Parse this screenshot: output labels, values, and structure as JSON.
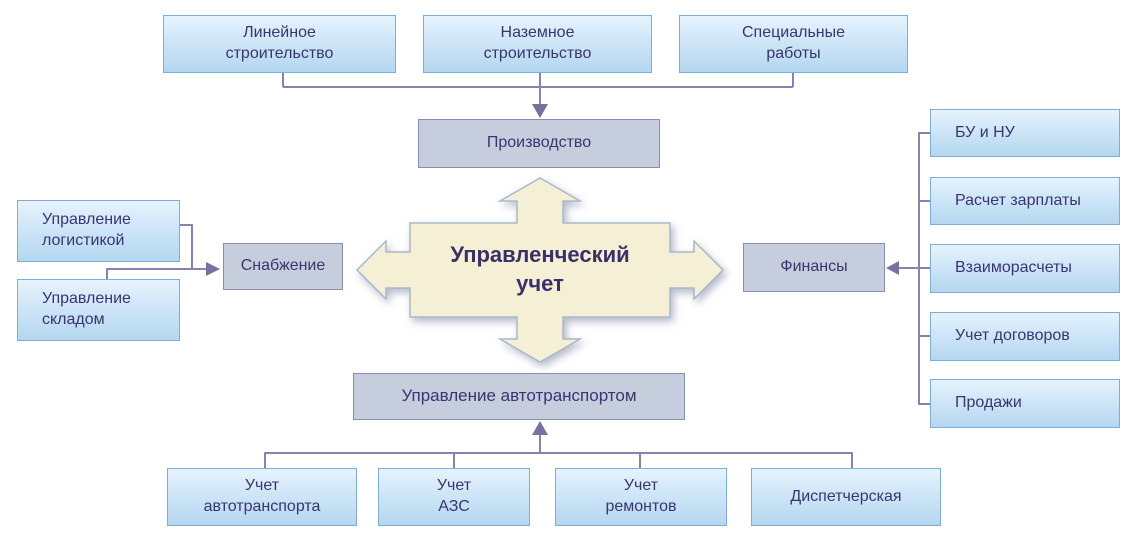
{
  "title": {
    "lines": [
      "Управленческий",
      "учет"
    ]
  },
  "colors": {
    "node_fill_top": "#e6f3fd",
    "node_fill_bottom": "#b4d7ef",
    "node_border": "#7fadd4",
    "hub_fill": "#c6cedd",
    "hub_border": "#8690ae",
    "cross_fill": "#f4efd5",
    "cross_border": "#a9b9cb",
    "connector": "#8783ac",
    "text": "#3a3470"
  },
  "top_group": {
    "hub": "Производство",
    "items": [
      {
        "lines": [
          "Линейное",
          "строительство"
        ]
      },
      {
        "lines": [
          "Наземное",
          "строительство"
        ]
      },
      {
        "lines": [
          "Специальные",
          "работы"
        ]
      }
    ]
  },
  "left_group": {
    "hub": "Снабжение",
    "items": [
      {
        "lines": [
          "Управление",
          "логистикой"
        ]
      },
      {
        "lines": [
          "Управление",
          "складом"
        ]
      }
    ]
  },
  "right_group": {
    "hub": "Финансы",
    "items": [
      {
        "label": "БУ и НУ"
      },
      {
        "label": "Расчет зарплаты"
      },
      {
        "label": "Взаиморасчеты"
      },
      {
        "label": "Учет договоров"
      },
      {
        "label": "Продажи"
      }
    ]
  },
  "bottom_group": {
    "hub": "Управление автотранспортом",
    "items": [
      {
        "lines": [
          "Учет",
          "автотранспорта"
        ]
      },
      {
        "lines": [
          "Учет",
          "АЗС"
        ]
      },
      {
        "lines": [
          "Учет",
          "ремонтов"
        ]
      },
      {
        "lines": [
          "Диспетчерская"
        ]
      }
    ]
  }
}
